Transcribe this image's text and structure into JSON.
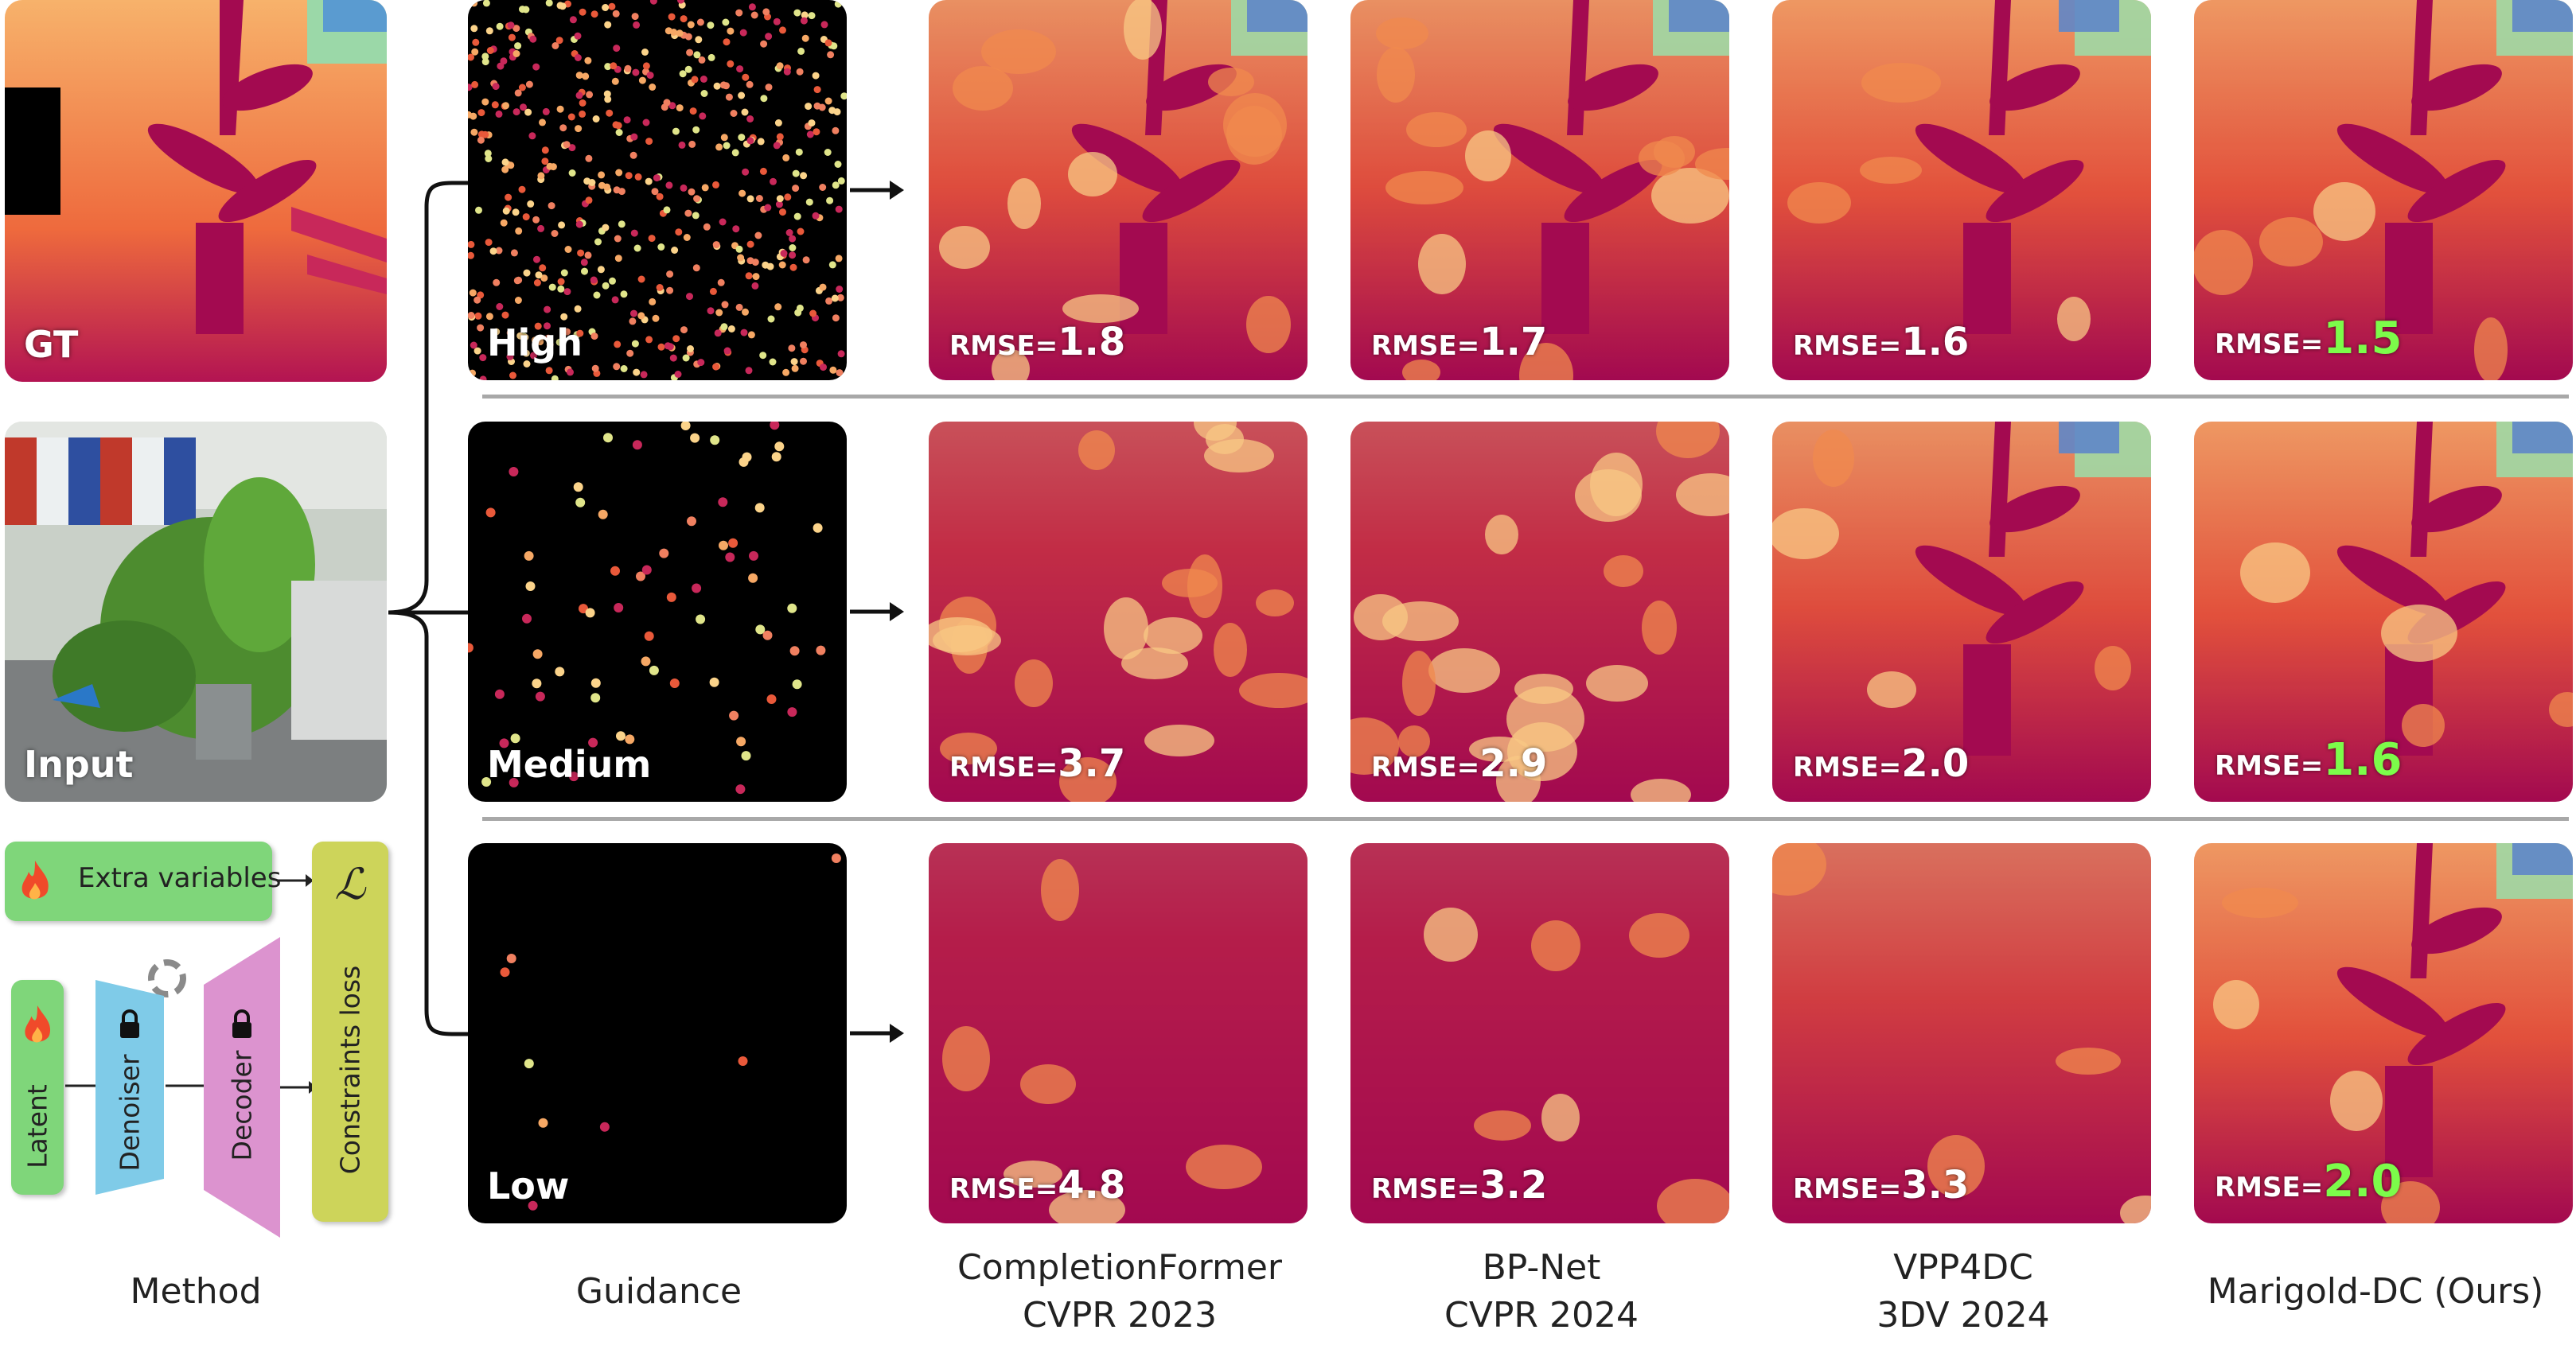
{
  "colors": {
    "depth_near": "#a30a50",
    "depth_mid": "#e9593a",
    "depth_far": "#f6a865",
    "depth_farthest": "#5f4cab",
    "highlight_best": "#7CFC4A",
    "box_green": "#7fd67a",
    "box_blue": "#7fcbe8",
    "box_pink": "#dc93cf",
    "box_olive": "#cdd45a",
    "separator": "#a8a8a8"
  },
  "left": {
    "gt_label": "GT",
    "input_label": "Input"
  },
  "method_diagram": {
    "extra_variables": "Extra variables",
    "latent": "Latent",
    "denoiser": "Denoiser",
    "decoder": "Decoder",
    "loss_symbol": "ℒ",
    "constraints_loss": "Constraints loss",
    "icons": [
      "flame-icon",
      "lock-icon",
      "refresh-icon"
    ]
  },
  "guidance_levels": [
    "High",
    "Medium",
    "Low"
  ],
  "captions": {
    "method": "Method",
    "guidance": "Guidance",
    "completionformer_name": "CompletionFormer",
    "completionformer_venue": "CVPR 2023",
    "bpnet_name": "BP-Net",
    "bpnet_venue": "CVPR 2024",
    "vpp4dc_name": "VPP4DC",
    "vpp4dc_venue": "3DV 2024",
    "marigold_name": "Marigold-DC (Ours)"
  },
  "rmse_prefix": "RMSE=",
  "results": [
    [
      "1.8",
      "1.7",
      "1.6",
      "1.5"
    ],
    [
      "3.7",
      "2.9",
      "2.0",
      "1.6"
    ],
    [
      "4.8",
      "3.2",
      "3.3",
      "2.0"
    ]
  ]
}
